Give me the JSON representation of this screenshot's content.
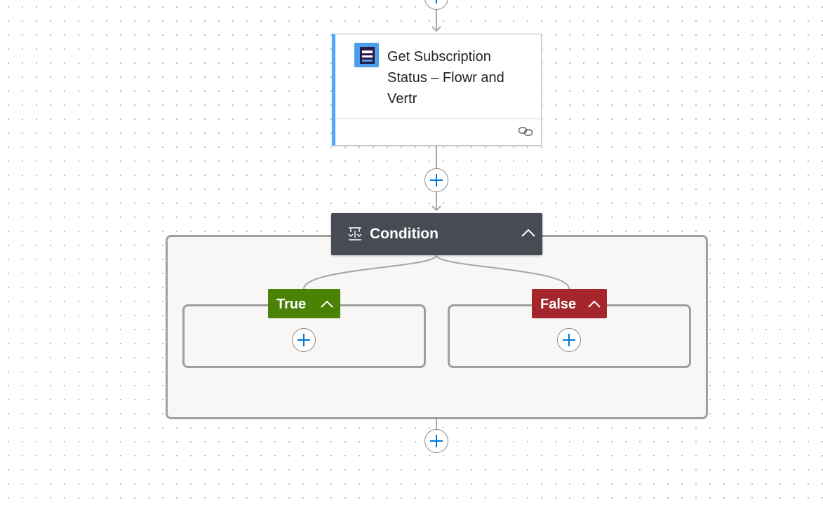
{
  "action": {
    "title": "Get Subscription Status – Flowr and Vertr",
    "icon": "connector-logo-icon",
    "footer_icon": "link-icon",
    "accent_color": "#4da6ff"
  },
  "condition": {
    "title": "Condition",
    "icon": "condition-icon",
    "header_color": "#474c54",
    "collapse_icon": "chevron-up-icon"
  },
  "branches": {
    "true": {
      "label": "True",
      "color": "#498205",
      "collapse_icon": "chevron-up-icon"
    },
    "false": {
      "label": "False",
      "color": "#a4262c",
      "collapse_icon": "chevron-up-icon"
    }
  },
  "add_step": {
    "icon": "plus-icon",
    "accent_color": "#0078d4"
  }
}
